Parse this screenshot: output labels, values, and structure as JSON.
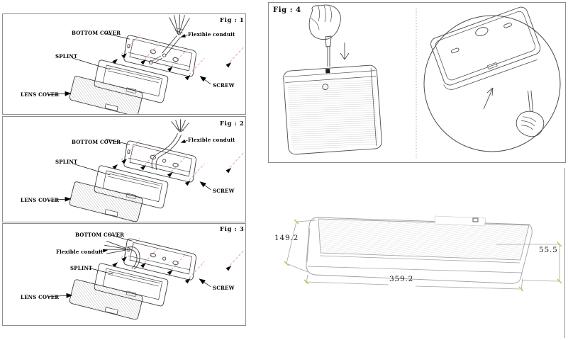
{
  "figures": [
    {
      "caption": "Fig : 1",
      "labels": {
        "bottom_cover": "BOTTOM COVER",
        "flexible_conduit": "Flexible conduit",
        "splint": "SPLINT",
        "lens_cover": "LENS COVER",
        "screw": "SCREW"
      }
    },
    {
      "caption": "Fig : 2",
      "labels": {
        "bottom_cover": "BOTTOM COVER",
        "flexible_conduit": "Flexible conduit",
        "splint": "SPLINT",
        "lens_cover": "LENS COVER",
        "screw": "SCREW"
      }
    },
    {
      "caption": "Fig : 3",
      "labels": {
        "bottom_cover": "BOTTOM COVER",
        "flexible_conduit": "Flexible conduit",
        "splint": "SPLINT",
        "lens_cover": "LENS COVER",
        "screw": "SCREW"
      }
    },
    {
      "caption": "Fig : 4"
    }
  ],
  "dimension_drawing": {
    "depth": "149.2",
    "height": "55.5",
    "length": "359.2"
  },
  "colors": {
    "drawing_line": "#3d3d3d",
    "screw_axis_dash": "#ef9e9e",
    "dimension_tick": "#b6c93e",
    "dimension_line": "#a6a6a6",
    "panel_border": "#8f8f8f"
  }
}
